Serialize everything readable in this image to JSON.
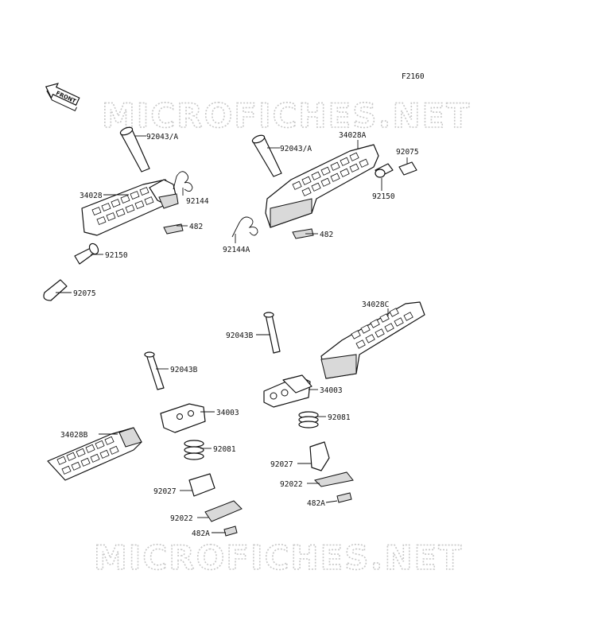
{
  "figure_code": "F2160",
  "watermark": "MICROFICHES.NET",
  "front_label": "FRONT",
  "labels": {
    "l_92043A_1": "92043/A",
    "l_92043A_2": "92043/A",
    "l_34028A": "34028A",
    "l_92075_top": "92075",
    "l_34028": "34028",
    "l_92144": "92144",
    "l_482_left": "482",
    "l_92150_right": "92150",
    "l_482_right": "482",
    "l_92144A": "92144A",
    "l_92150_left": "92150",
    "l_92075_left": "92075",
    "l_34028C": "34028C",
    "l_92043B_r": "92043B",
    "l_92043B_l": "92043B",
    "l_34003_r": "34003",
    "l_34003_l": "34003",
    "l_92081_r": "92081",
    "l_34028B": "34028B",
    "l_92081_l": "92081",
    "l_92027_r": "92027",
    "l_92022_r": "92022",
    "l_92027_l": "92027",
    "l_482A_r": "482A",
    "l_92022_l": "92022",
    "l_482A_l": "482A"
  }
}
